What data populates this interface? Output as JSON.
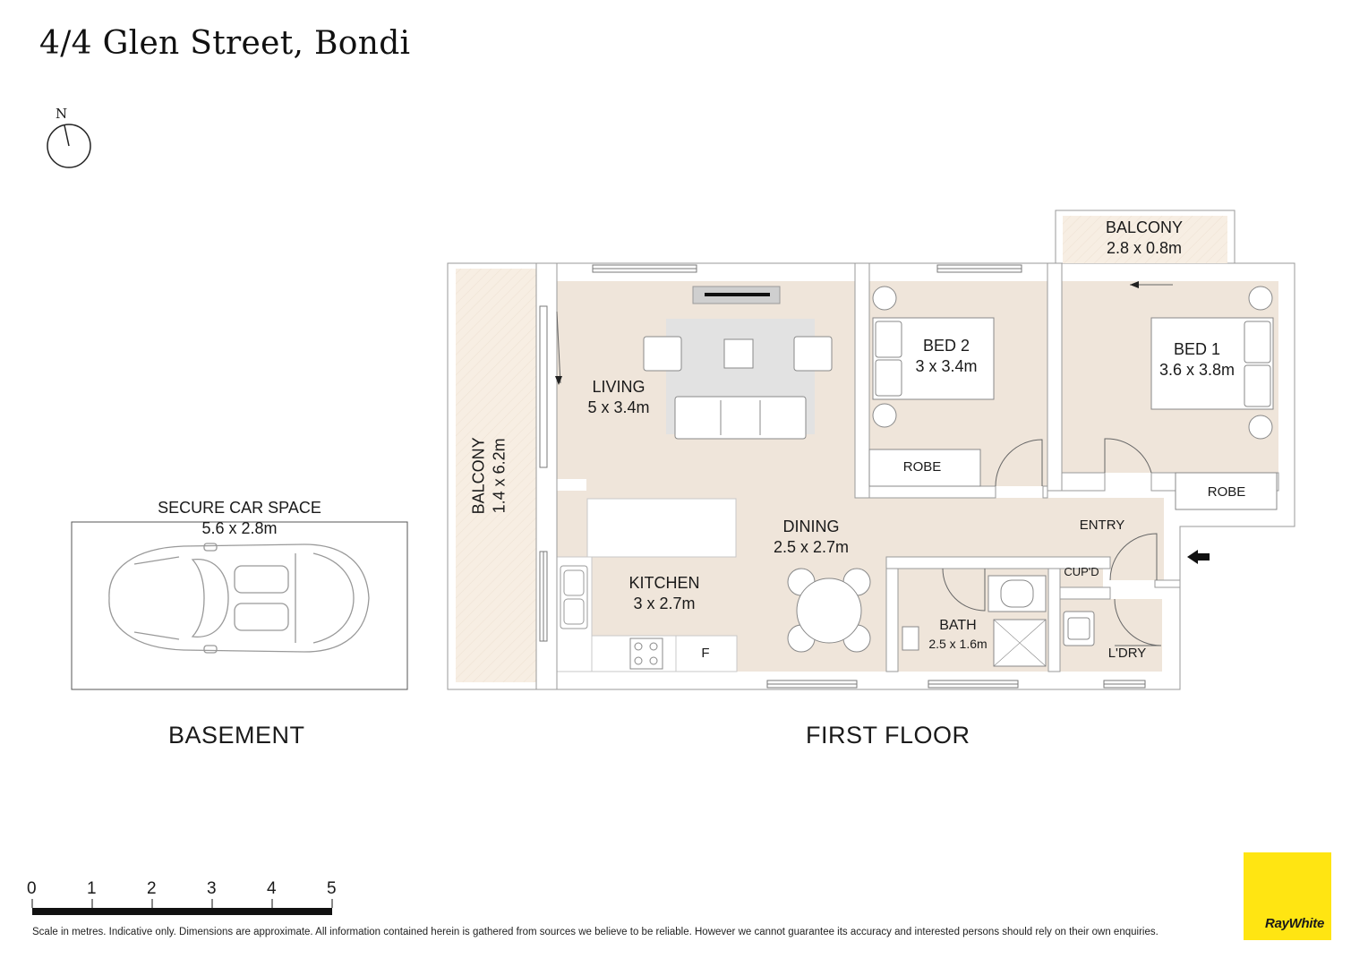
{
  "title": "4/4 Glen Street, Bondi",
  "compass": {
    "label": "N"
  },
  "basement": {
    "label": "BASEMENT",
    "car_space": {
      "name": "SECURE CAR SPACE",
      "size": "5.6 x 2.8m"
    }
  },
  "first_floor": {
    "label": "FIRST FLOOR",
    "rooms": {
      "balcony_side": {
        "name": "BALCONY",
        "size": "1.4 x 6.2m"
      },
      "balcony_top": {
        "name": "BALCONY",
        "size": "2.8 x 0.8m"
      },
      "living": {
        "name": "LIVING",
        "size": "5 x 3.4m"
      },
      "bed2": {
        "name": "BED 2",
        "size": "3 x 3.4m"
      },
      "bed1": {
        "name": "BED 1",
        "size": "3.6 x 3.8m"
      },
      "robe_bed2": {
        "name": "ROBE"
      },
      "robe_bed1": {
        "name": "ROBE"
      },
      "dining": {
        "name": "DINING",
        "size": "2.5 x 2.7m"
      },
      "kitchen": {
        "name": "KITCHEN",
        "size": "3 x 2.7m"
      },
      "fridge": {
        "name": "F"
      },
      "entry": {
        "name": "ENTRY"
      },
      "cupboard": {
        "name": "CUP'D"
      },
      "bath": {
        "name": "BATH",
        "size": "2.5 x 1.6m"
      },
      "laundry": {
        "name": "L'DRY"
      }
    }
  },
  "scale_bar": {
    "ticks": [
      "0",
      "1",
      "2",
      "3",
      "4",
      "5"
    ]
  },
  "disclaimer": "Scale in metres. Indicative only. Dimensions are approximate. All information contained herein is gathered from sources we believe to be reliable. However we cannot guarantee its accuracy and interested persons should rely on their own enquiries.",
  "brand": {
    "name": "RayWhite",
    "color": "#ffe512"
  },
  "colors": {
    "floor": "#efe5da",
    "balcony": "#f7eee3",
    "wall": "#ffffff",
    "wall_outline": "#9a9a9a",
    "rug": "#e2e2e2"
  }
}
